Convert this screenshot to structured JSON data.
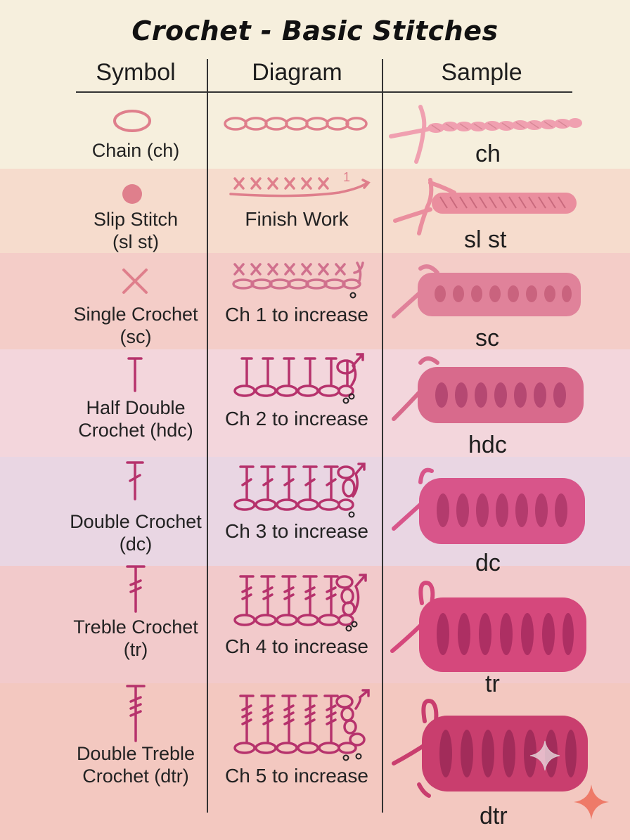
{
  "title": "Crochet - Basic Stitches",
  "columns": {
    "symbol": "Symbol",
    "diagram": "Diagram",
    "sample": "Sample"
  },
  "rows": [
    {
      "name": "Chain (ch)",
      "abbr": "ch",
      "note": ""
    },
    {
      "name": "Slip Stitch (sl st)",
      "abbr": "sl st",
      "note": "Finish Work",
      "diagram_mark": "1"
    },
    {
      "name": "Single Crochet (sc)",
      "abbr": "sc",
      "note": "Ch 1 to increase"
    },
    {
      "name": "Half Double Crochet (hdc)",
      "abbr": "hdc",
      "note": "Ch 2 to increase"
    },
    {
      "name": "Double Crochet (dc)",
      "abbr": "dc",
      "note": "Ch 3 to increase"
    },
    {
      "name": "Treble Crochet (tr)",
      "abbr": "tr",
      "note": "Ch 4 to increase"
    },
    {
      "name": "Double Treble Crochet (dtr)",
      "abbr": "dtr",
      "note": "Ch 5 to increase"
    }
  ],
  "labels": {
    "r0": [
      "Chain (ch)"
    ],
    "r1": [
      "Slip Stitch",
      "(sl st)"
    ],
    "r2": [
      "Single Crochet",
      "(sc)"
    ],
    "r3": [
      "Half Double",
      "Crochet (hdc)"
    ],
    "r4": [
      "Double Crochet",
      "(dc)"
    ],
    "r5": [
      "Treble Crochet",
      "(tr)"
    ],
    "r6": [
      "Double Treble",
      "Crochet (dtr)"
    ]
  },
  "colors": {
    "symbol_pink": "#df7f8c",
    "symbol_magenta": "#b6326c",
    "yarn_ch": "#f0a0b0",
    "yarn_sl": "#ea8e9e",
    "yarn_sc": "#e0829a",
    "yarn_hdc": "#d86a8c",
    "yarn_dc": "#d8558a",
    "yarn_tr": "#d5487c",
    "yarn_dtr": "#c93e6e"
  }
}
